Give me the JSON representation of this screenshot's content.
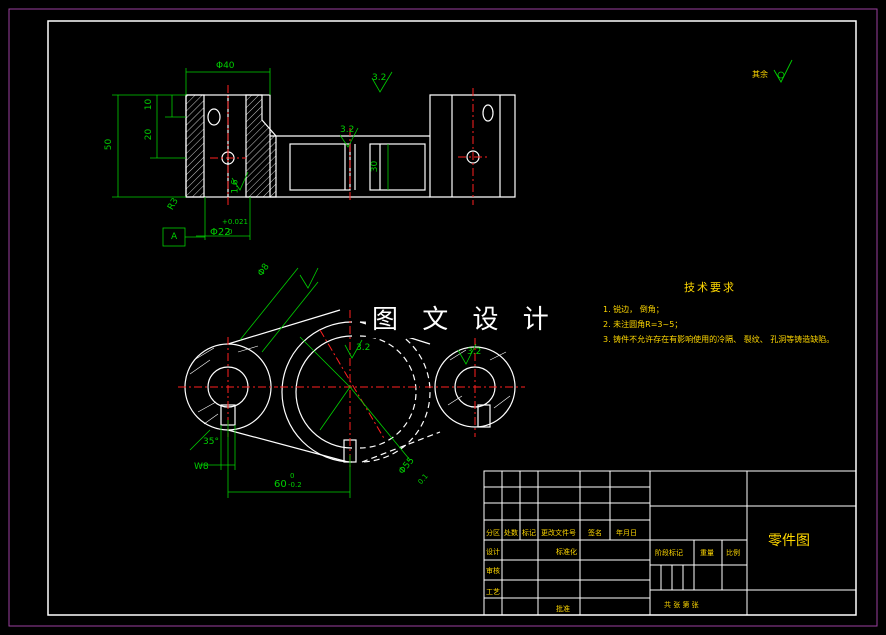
{
  "watermark": "图 文 设 计",
  "technical_requirements": {
    "title": "技术要求",
    "items": [
      "1. 锐边， 倒角；",
      "2. 未注圆角R=3~5；",
      "3. 铸件不允许存在有影响使用的冷隔、 裂纹、 孔洞等铸造缺陷。"
    ]
  },
  "roughness_note": "其余",
  "title_block": {
    "part_name": "零件图",
    "headers": [
      "分区",
      "处数",
      "标记",
      "更改文件号",
      "签名",
      "年月日"
    ],
    "row_design": "设计",
    "row_standard": "标准化",
    "row_review": "审核",
    "row_process": "工艺",
    "row_approve": "批准",
    "stage_mark": "阶段标记",
    "weight": "重量",
    "scale": "比例",
    "sheets": "共  张  第  张"
  },
  "dimensions": {
    "top_diameter": "Φ40",
    "height_total": "50",
    "height_20": "20",
    "height_10": "10",
    "surface_roughness_1": "3.2",
    "surface_roughness_2": "3.2",
    "surface_roughness_3": "1.6",
    "mid_height": "30",
    "bore": "Φ22",
    "bore_tol_upper": "+0.021",
    "bore_tol_lower": "0",
    "datum": "A",
    "chamfer": "R3",
    "hole_dia": "Φ8",
    "slot_width": "W8",
    "angle": "35°",
    "center_distance": "60",
    "center_tol_upper": "0",
    "center_tol_lower": "-0.2",
    "arc_dia": "Φ55",
    "arc_tol": "0.1",
    "roughness_plan_1": "3.2",
    "roughness_plan_2": "3.2"
  },
  "colors": {
    "background": "#000000",
    "outline": "#ffffff",
    "dimension": "#00d000",
    "centerline": "#ff0000",
    "text": "#ffd800",
    "frame_outer": "#9b3fa0"
  }
}
